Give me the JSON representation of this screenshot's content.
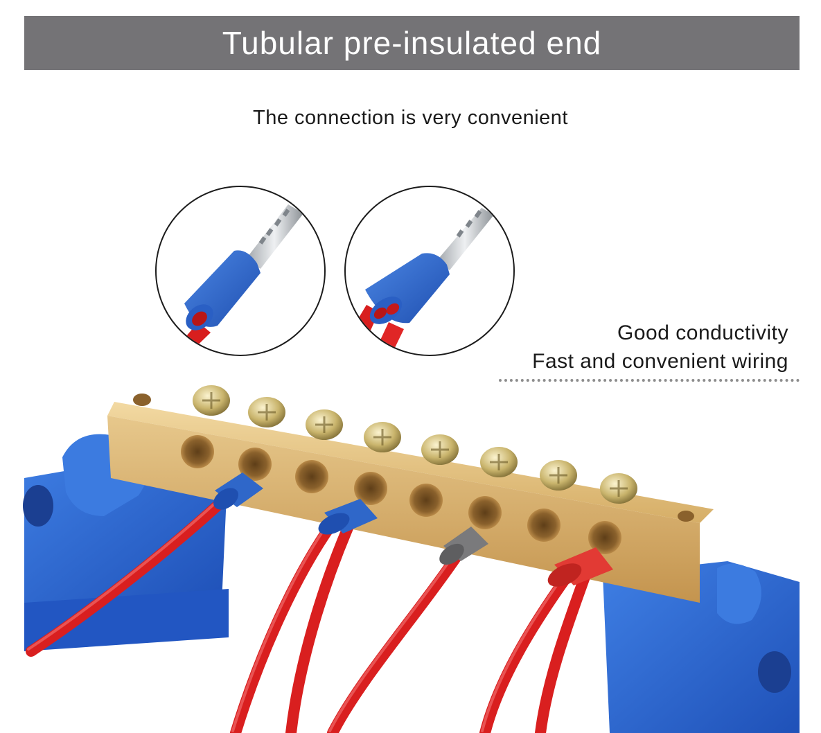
{
  "header": {
    "title": "Tubular pre-insulated end"
  },
  "subtitle": "The connection is very convenient",
  "features": [
    "Good conductivity",
    "Fast and convenient wiring"
  ],
  "colors": {
    "banner": "#747376",
    "sleeve_blue": "#2f67c9",
    "sleeve_gray": "#7a7a7c",
    "sleeve_red": "#e23a34",
    "wire_red": "#dc2121",
    "brass": "#d8b16d",
    "base_blue": "#2d69d6"
  },
  "icons": [
    "ferrule-single-wire-closeup",
    "ferrule-twin-wire-closeup",
    "brass-terminal-bar",
    "blue-insulated-base"
  ]
}
